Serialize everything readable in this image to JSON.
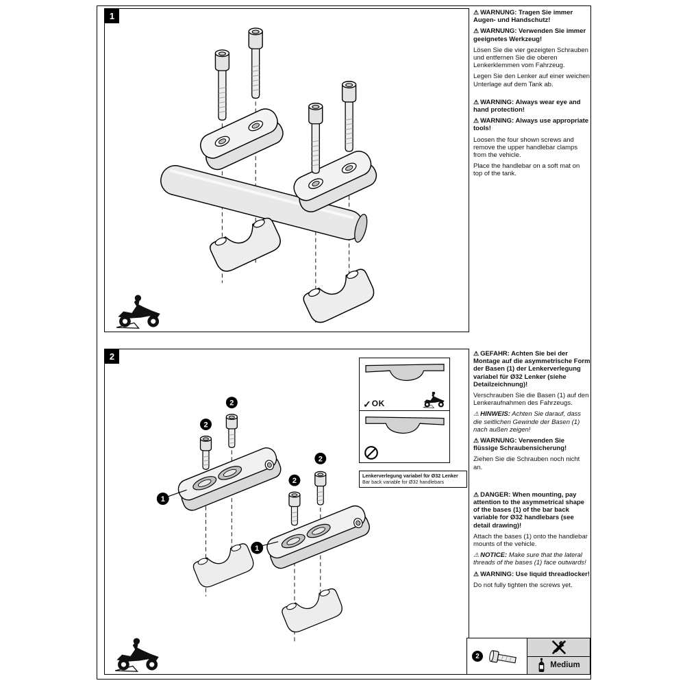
{
  "icons": {
    "warning_triangle": "⚠",
    "check": "✓"
  },
  "panel1": {
    "number": "1",
    "de": [
      {
        "text": "WARNUNG: Tragen Sie immer Augen- und Handschutz!"
      },
      {
        "text": "WARNUNG: Verwenden Sie immer geeignetes Werkzeug!"
      },
      {
        "text": "Lösen Sie die vier gezeigten Schrauben und entfernen Sie die oberen Lenkerklemmen vom Fahrzeug."
      },
      {
        "text": "Legen Sie den Lenker auf einer weichen Unterlage auf dem Tank ab."
      }
    ],
    "en": [
      {
        "text": "WARNING: Always wear eye and hand protection!"
      },
      {
        "text": "WARNING: Always use appropriate tools!"
      },
      {
        "text": "Loosen the four shown screws and remove the upper handlebar clamps from the vehicle."
      },
      {
        "text": "Place the handlebar on a soft mat on top of the tank."
      }
    ]
  },
  "panel2": {
    "number": "2",
    "callouts": {
      "base": "1",
      "screw": "2"
    },
    "inset": {
      "ok_label": "OK",
      "caption_de": "Lenkerverlegung variabel für Ø32 Lenker",
      "caption_en": "Bar back variable for Ø32 handlebars"
    },
    "de": [
      {
        "text": "GEFAHR: Achten Sie bei der Montage auf die asymmetrische Form der Basen (1) der Lenkerverlegung variabel für Ø32 Lenker (siehe Detailzeichnung)!"
      },
      {
        "text": "Verschrauben Sie die Basen (1) auf den Lenkeraufnahmen des Fahrzeugs."
      },
      {
        "label": "HINWEIS:",
        "rest": " Achten Sie darauf, dass die seitlichen Gewinde der Basen (1) nach außen zeigen!"
      },
      {
        "text": "WARNUNG: Verwenden Sie flüssige Schraubensicherung!"
      },
      {
        "text": "Ziehen Sie die Schrauben noch nicht an."
      }
    ],
    "en": [
      {
        "text": "DANGER: When mounting, pay attention to the asymmetrical shape of the bases (1) of the bar back variable for Ø32 handlebars (see detail drawing)!"
      },
      {
        "text": "Attach the bases (1) onto the handlebar mounts of the vehicle."
      },
      {
        "label": "NOTICE:",
        "rest": " Make sure that the lateral threads of the bases (1) face outwards!"
      },
      {
        "text": "WARNING: Use liquid threadlocker!"
      },
      {
        "text": "Do not fully tighten the screws yet."
      }
    ]
  },
  "legend": {
    "item_number": "2",
    "threadlocker_strength": "Medium"
  }
}
